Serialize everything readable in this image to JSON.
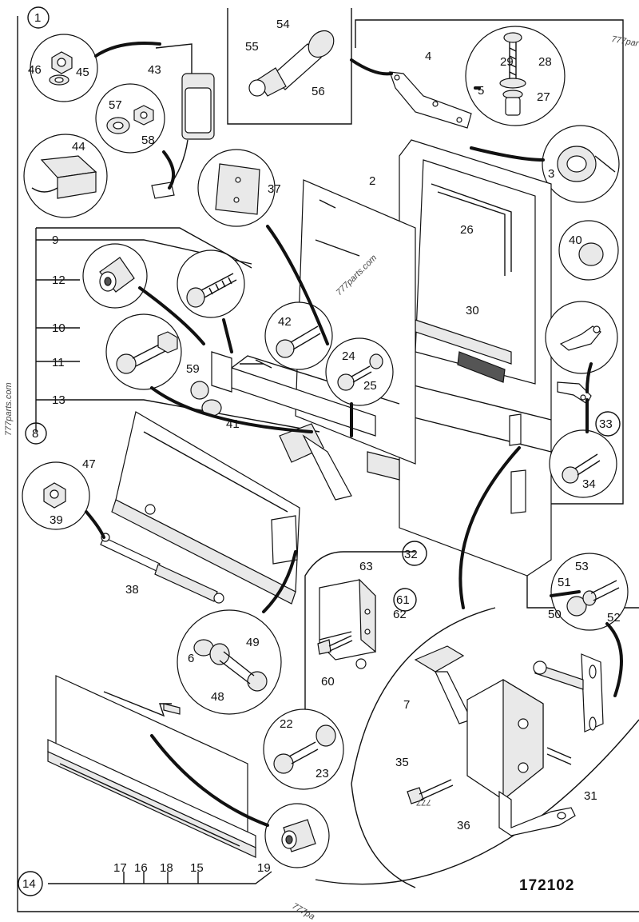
{
  "drawing_number": "172102",
  "watermarks": [
    "777parts.com",
    "777parts.com",
    "777par",
    "777pa",
    "777"
  ],
  "callouts": [
    "1",
    "8",
    "14"
  ],
  "part_numbers": [
    "2",
    "3",
    "4",
    "5",
    "6",
    "7",
    "9",
    "10",
    "11",
    "12",
    "13",
    "15",
    "16",
    "17",
    "18",
    "19",
    "22",
    "23",
    "24",
    "25",
    "26",
    "27",
    "28",
    "29",
    "30",
    "31",
    "32",
    "33",
    "34",
    "35",
    "36",
    "37",
    "38",
    "39",
    "40",
    "41",
    "42",
    "43",
    "44",
    "45",
    "46",
    "47",
    "48",
    "49",
    "50",
    "51",
    "52",
    "53",
    "54",
    "55",
    "56",
    "57",
    "58",
    "59",
    "60",
    "61",
    "62",
    "63"
  ]
}
